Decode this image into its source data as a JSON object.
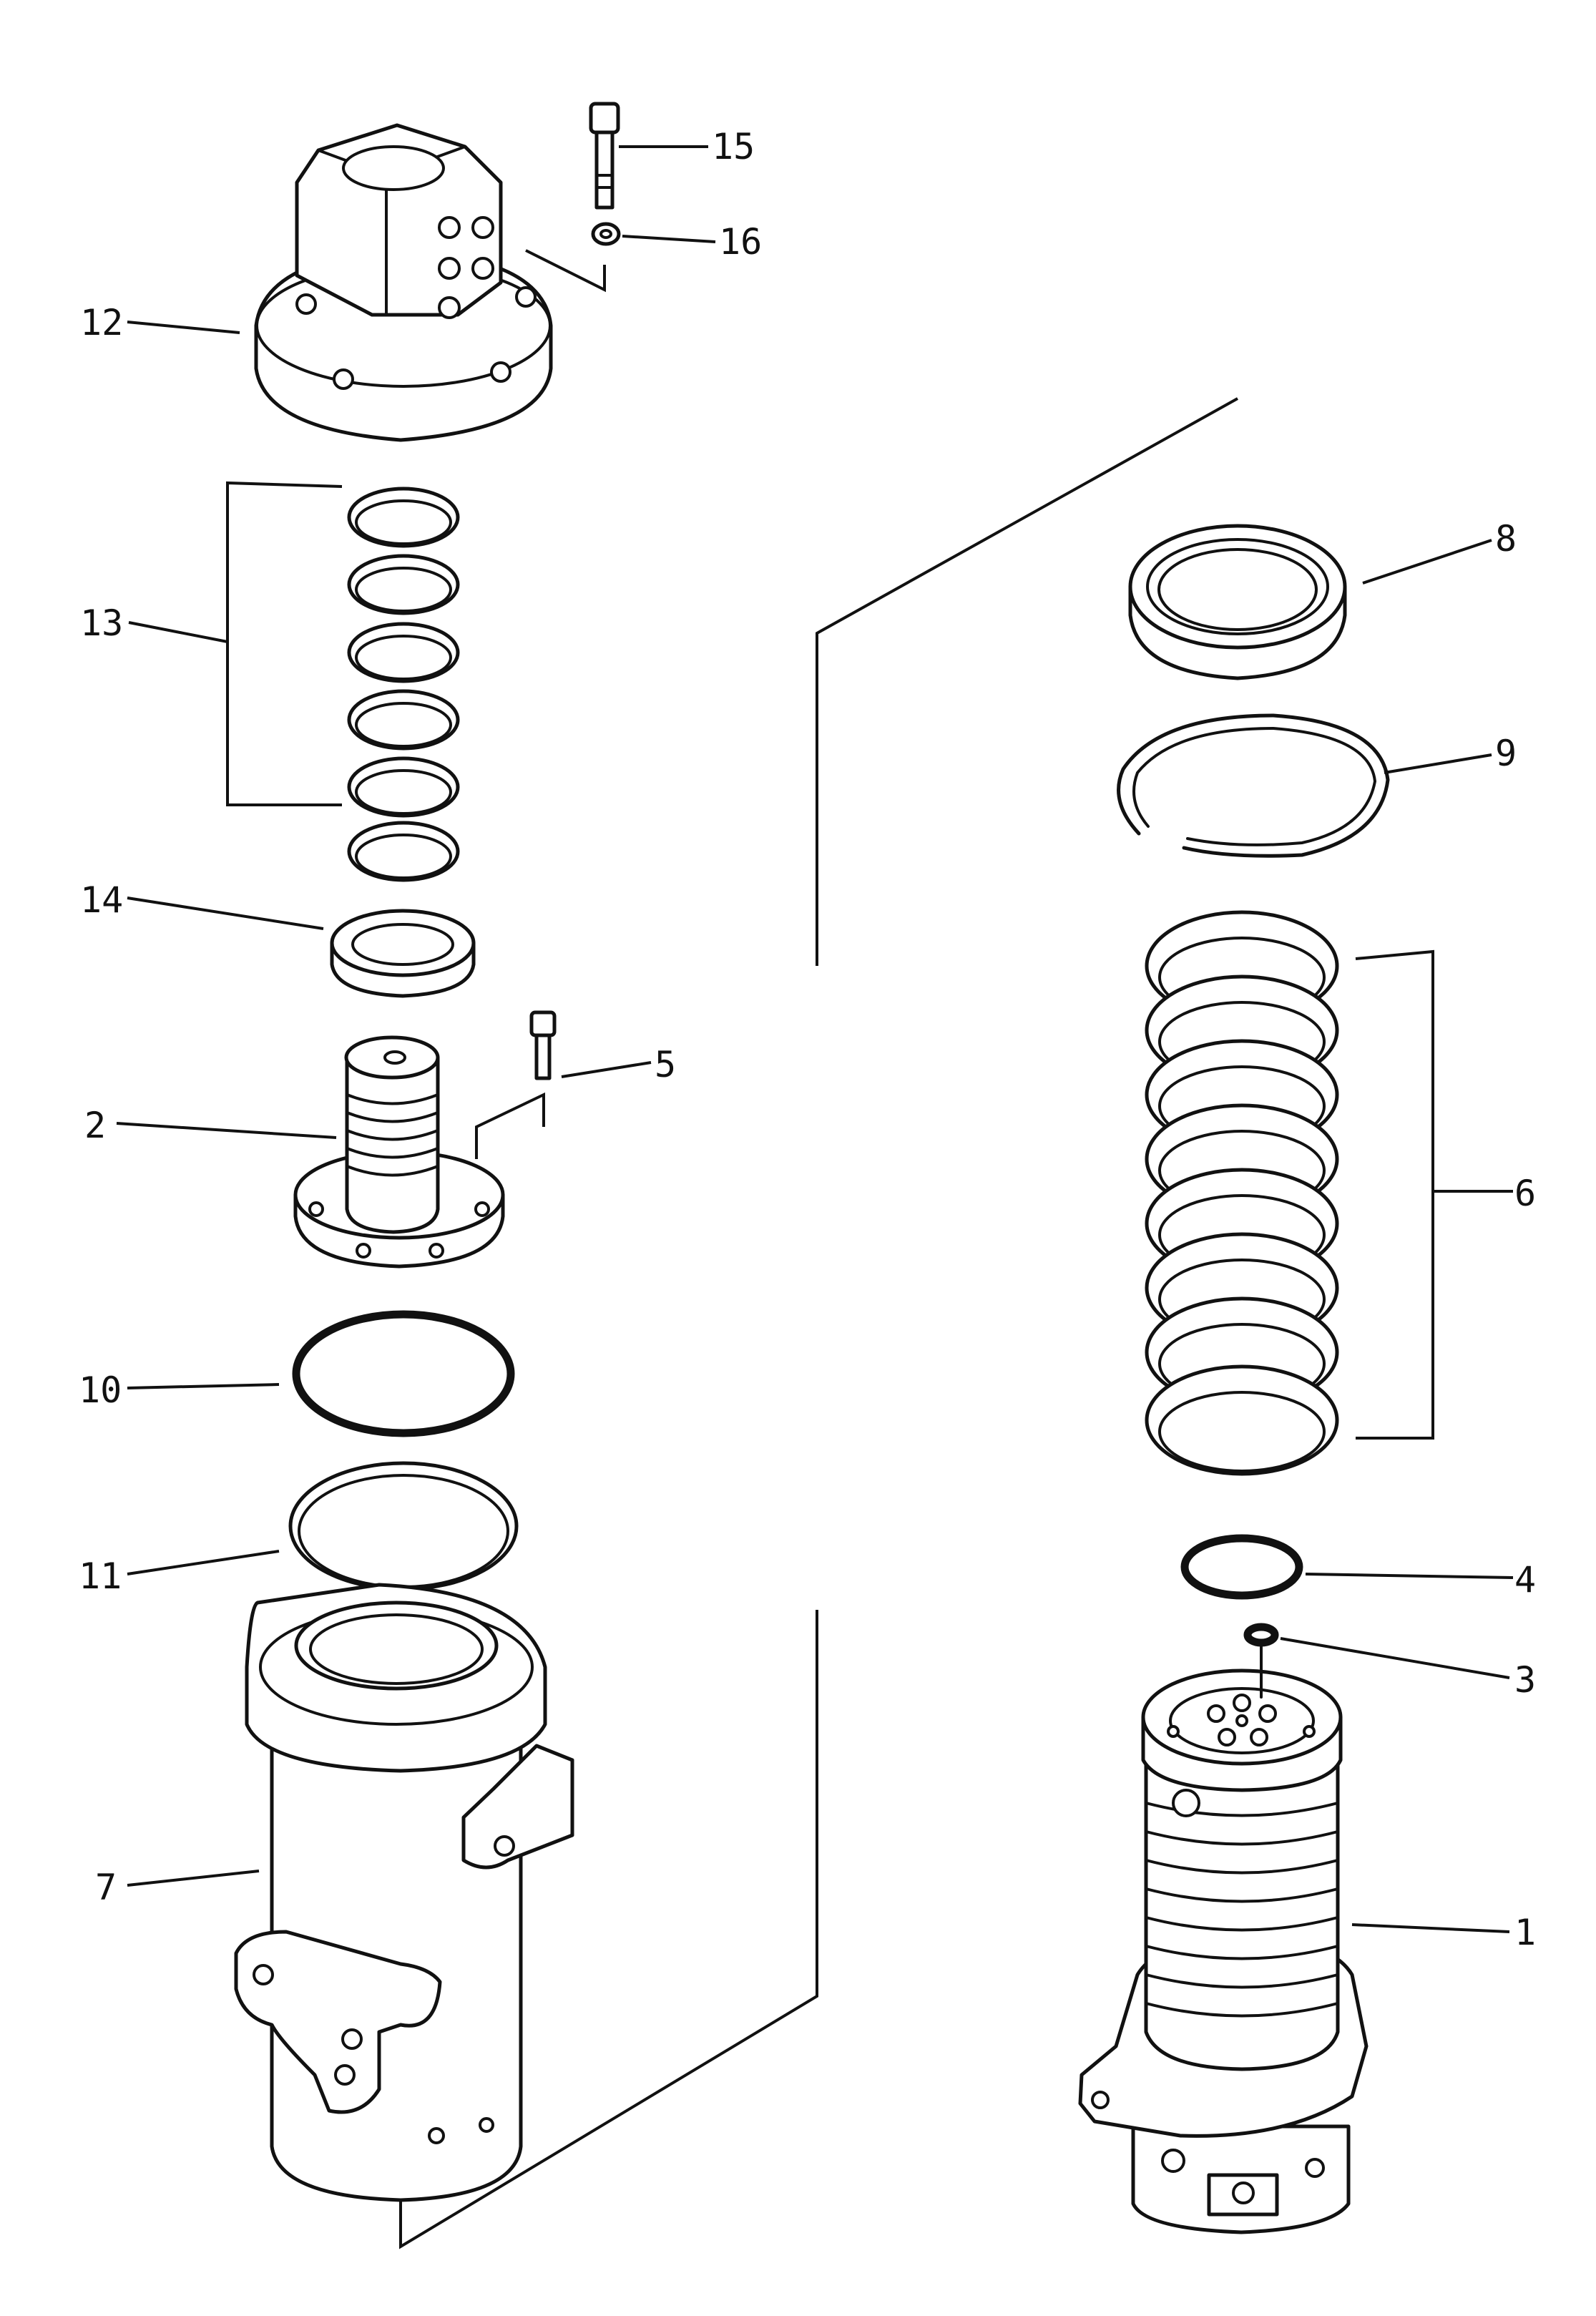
{
  "diagram": {
    "callouts": [
      {
        "id": "1",
        "label": "1"
      },
      {
        "id": "2",
        "label": "2"
      },
      {
        "id": "3",
        "label": "3"
      },
      {
        "id": "4",
        "label": "4"
      },
      {
        "id": "5",
        "label": "5"
      },
      {
        "id": "6",
        "label": "6"
      },
      {
        "id": "7",
        "label": "7"
      },
      {
        "id": "8",
        "label": "8"
      },
      {
        "id": "9",
        "label": "9"
      },
      {
        "id": "10",
        "label": "10"
      },
      {
        "id": "11",
        "label": "11"
      },
      {
        "id": "12",
        "label": "12"
      },
      {
        "id": "13",
        "label": "13"
      },
      {
        "id": "14",
        "label": "14"
      },
      {
        "id": "15",
        "label": "15"
      },
      {
        "id": "16",
        "label": "16"
      }
    ],
    "colors": {
      "line": "#111111",
      "background": "#ffffff"
    }
  }
}
